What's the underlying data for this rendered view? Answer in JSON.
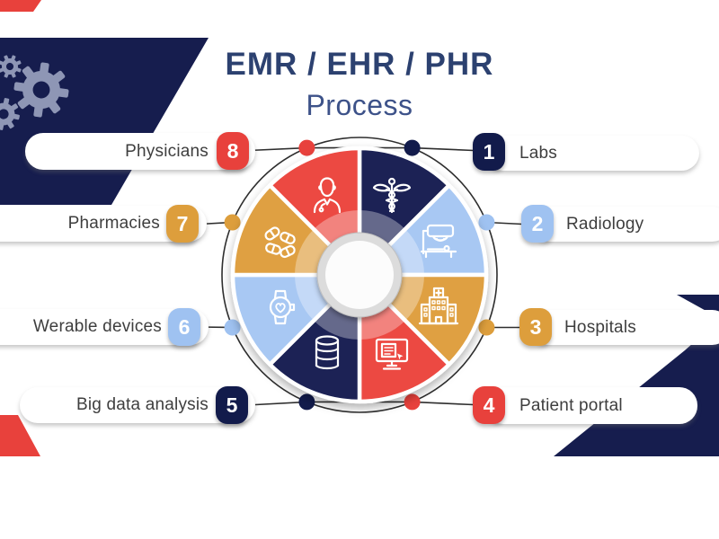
{
  "title": {
    "line1": "EMR / EHR / PHR",
    "line2": "Process"
  },
  "callouts": [
    {
      "number": "1",
      "label": "Labs",
      "color": "#121b4b",
      "side": "right"
    },
    {
      "number": "2",
      "label": "Radiology",
      "color": "#9fc2f1",
      "side": "right"
    },
    {
      "number": "3",
      "label": "Hospitals",
      "color": "#dd9e3c",
      "side": "right"
    },
    {
      "number": "4",
      "label": "Patient portal",
      "color": "#e8413c",
      "side": "right"
    },
    {
      "number": "5",
      "label": "Big data analysis",
      "color": "#121b4b",
      "side": "left"
    },
    {
      "number": "6",
      "label": "Werable devices",
      "color": "#9fc2f1",
      "side": "left"
    },
    {
      "number": "7",
      "label": "Pharmacies",
      "color": "#dd9e3c",
      "side": "left"
    },
    {
      "number": "8",
      "label": "Physicians",
      "color": "#e8413c",
      "side": "left"
    }
  ],
  "wheel": {
    "segments": [
      {
        "icon": "caduceus-icon",
        "color": "#1a2155"
      },
      {
        "icon": "radiology-scanner-icon",
        "color": "#a8c8f3"
      },
      {
        "icon": "hospital-building-icon",
        "color": "#dfa042"
      },
      {
        "icon": "patient-portal-monitor-icon",
        "color": "#ec4842"
      },
      {
        "icon": "database-icon",
        "color": "#1a2155"
      },
      {
        "icon": "smartwatch-icon",
        "color": "#a8c8f3"
      },
      {
        "icon": "pills-icon",
        "color": "#dfa042"
      },
      {
        "icon": "doctor-icon",
        "color": "#ec4842"
      }
    ]
  },
  "colors": {
    "corner_navy": "#161d4e",
    "accent_red": "#e8413c",
    "gear_gray": "#8e96b5",
    "title_blue": "#2c4170",
    "subtitle_blue": "#3d5289",
    "label_text": "#3e3e3e",
    "line": "#2e2e2e"
  }
}
